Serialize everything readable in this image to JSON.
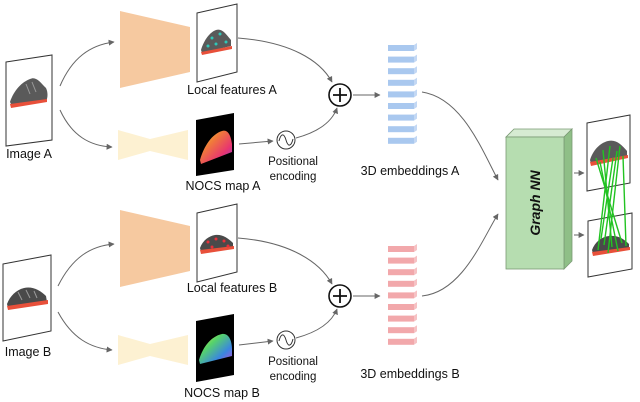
{
  "labels": {
    "image_a": "Image A",
    "image_b": "Image B",
    "local_features_a": "Local features A",
    "local_features_b": "Local features B",
    "nocs_map_a": "NOCS map A",
    "nocs_map_b": "NOCS map B",
    "positional_a_line1": "Positional",
    "positional_a_line2": "encoding",
    "positional_b_line1": "Positional",
    "positional_b_line2": "encoding",
    "embeddings_a": "3D embeddings A",
    "embeddings_b": "3D embeddings B",
    "graph_nn": "Graph NN"
  },
  "colors": {
    "encoder": "#f6c9a0",
    "decoder": "#fdf1d2",
    "embedding_a": "#a9c8ef",
    "embedding_b": "#f2a8ab",
    "graph_nn_front": "#b6ddb0",
    "match_lines": "#22c322",
    "shoe_body": "#5a5a5a",
    "shoe_sole": "#e8503a"
  }
}
